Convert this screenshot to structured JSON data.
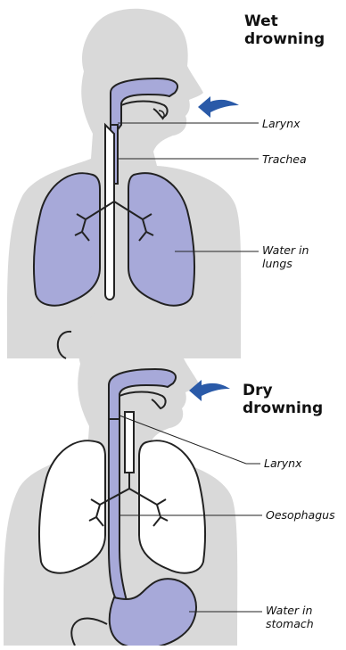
{
  "panels": [
    {
      "title": "Wet\ndrowning",
      "labels": {
        "larynx": "Larynx",
        "trachea": "Trachea",
        "water": "Water in\nlungs"
      }
    },
    {
      "title": "Dry\ndrowning",
      "labels": {
        "larynx": "Larynx",
        "oesophagus": "Oesophagus",
        "water": "Water in\nstomach"
      }
    }
  ],
  "colors": {
    "body": "#d9d9d9",
    "fluid": "#a7a9d9",
    "arrow": "#2a5aa8",
    "outline": "#222222",
    "lung_dry": "#ffffff"
  }
}
